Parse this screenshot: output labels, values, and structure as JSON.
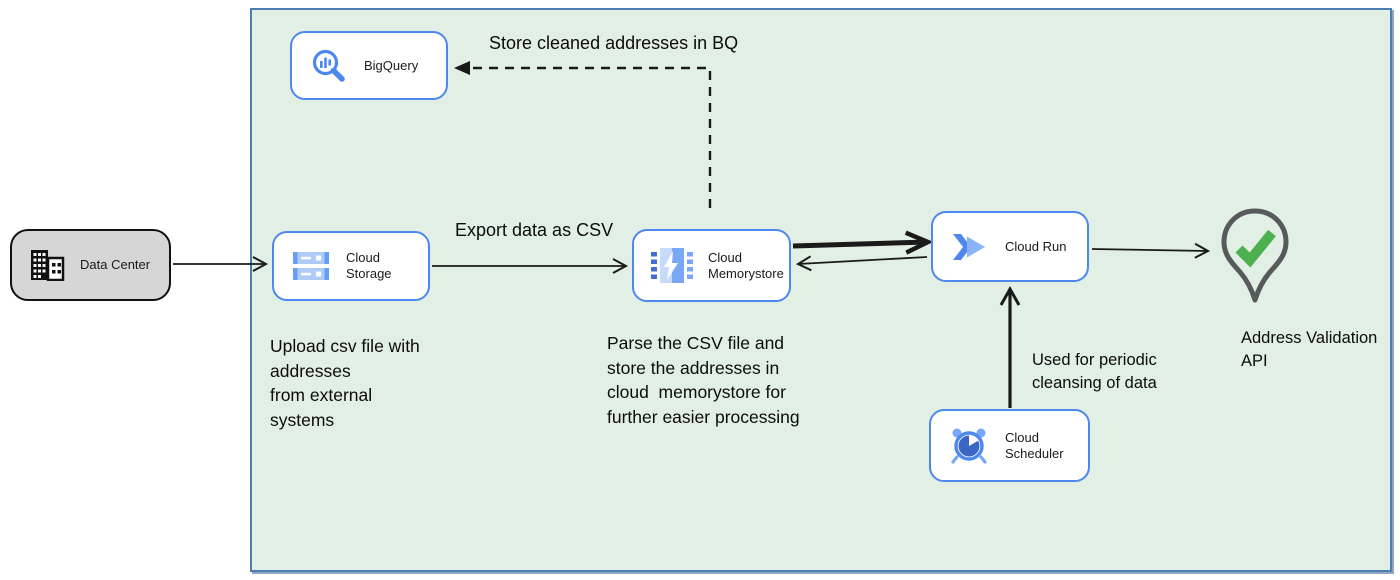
{
  "nodes": {
    "data_center": {
      "label": "Data Center"
    },
    "bigquery": {
      "label": "BigQuery"
    },
    "cloud_storage": {
      "label": "Cloud Storage"
    },
    "cloud_memorystore": {
      "label": "Cloud Memorystore"
    },
    "cloud_run": {
      "label": "Cloud Run"
    },
    "cloud_scheduler": {
      "label": "Cloud Scheduler"
    },
    "address_validation": {
      "label": "Address Validation API"
    }
  },
  "annotations": {
    "store_bq": "Store cleaned addresses in BQ",
    "export_csv": "Export data as CSV",
    "upload_note": "Upload csv file with\naddresses\nfrom external\nsystems",
    "parse_note": "Parse the CSV file and\nstore the addresses in\ncloud  memorystore for\nfurther easier processing",
    "periodic_note": "Used for periodic\ncleansing of data"
  },
  "icons": {
    "data_center": "building-icon",
    "bigquery": "magnifier-barchart-icon",
    "cloud_storage": "storage-stack-icon",
    "cloud_memorystore": "memory-chip-bolt-icon",
    "cloud_run": "double-chevron-play-icon",
    "cloud_scheduler": "alarm-clock-icon",
    "address_validation": "map-pin-checkmark-icon"
  },
  "colors": {
    "zone_fill": "#e1efe4",
    "zone_border": "#4d7eb3",
    "node_border": "#4e87ee",
    "node_fill": "#ffffff",
    "datacenter_fill": "#d6d6d6",
    "icon_blue": "#4e87ee",
    "icon_blue_light": "#8ab4f8",
    "pin_outline": "#58595b",
    "check_green": "#4caf50",
    "arrow_color": "#1a1a1a"
  }
}
